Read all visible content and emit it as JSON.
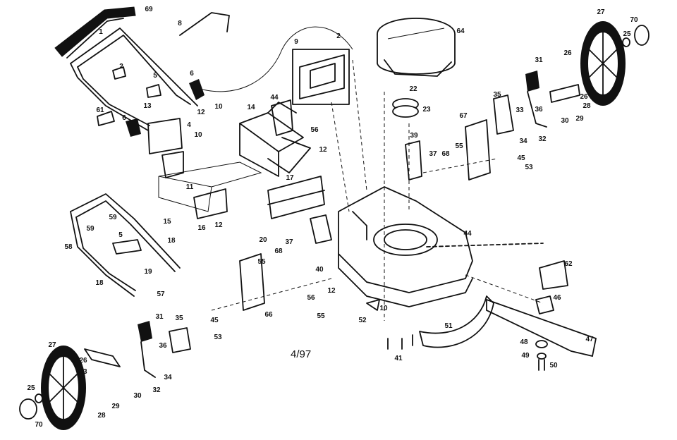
{
  "diagram": {
    "date_code": "4/97",
    "callouts": [
      "69",
      "1",
      "8",
      "9",
      "2",
      "64",
      "27",
      "70",
      "26",
      "25",
      "2",
      "5",
      "6",
      "13",
      "61",
      "6",
      "12",
      "10",
      "14",
      "44",
      "56",
      "12",
      "10",
      "4",
      "17",
      "22",
      "23",
      "35",
      "31",
      "26",
      "33",
      "36",
      "34",
      "28",
      "29",
      "30",
      "32",
      "67",
      "39",
      "37",
      "68",
      "55",
      "45",
      "53",
      "11",
      "15",
      "16",
      "12",
      "20",
      "59",
      "59",
      "5",
      "58",
      "18",
      "19",
      "18",
      "57",
      "37",
      "68",
      "55",
      "40",
      "44",
      "12",
      "56",
      "10",
      "52",
      "55",
      "66",
      "45",
      "53",
      "31",
      "35",
      "36",
      "34",
      "32",
      "62",
      "46",
      "51",
      "47",
      "48",
      "49",
      "50",
      "41",
      "27",
      "26",
      "33",
      "25",
      "30",
      "29",
      "28",
      "70"
    ]
  }
}
